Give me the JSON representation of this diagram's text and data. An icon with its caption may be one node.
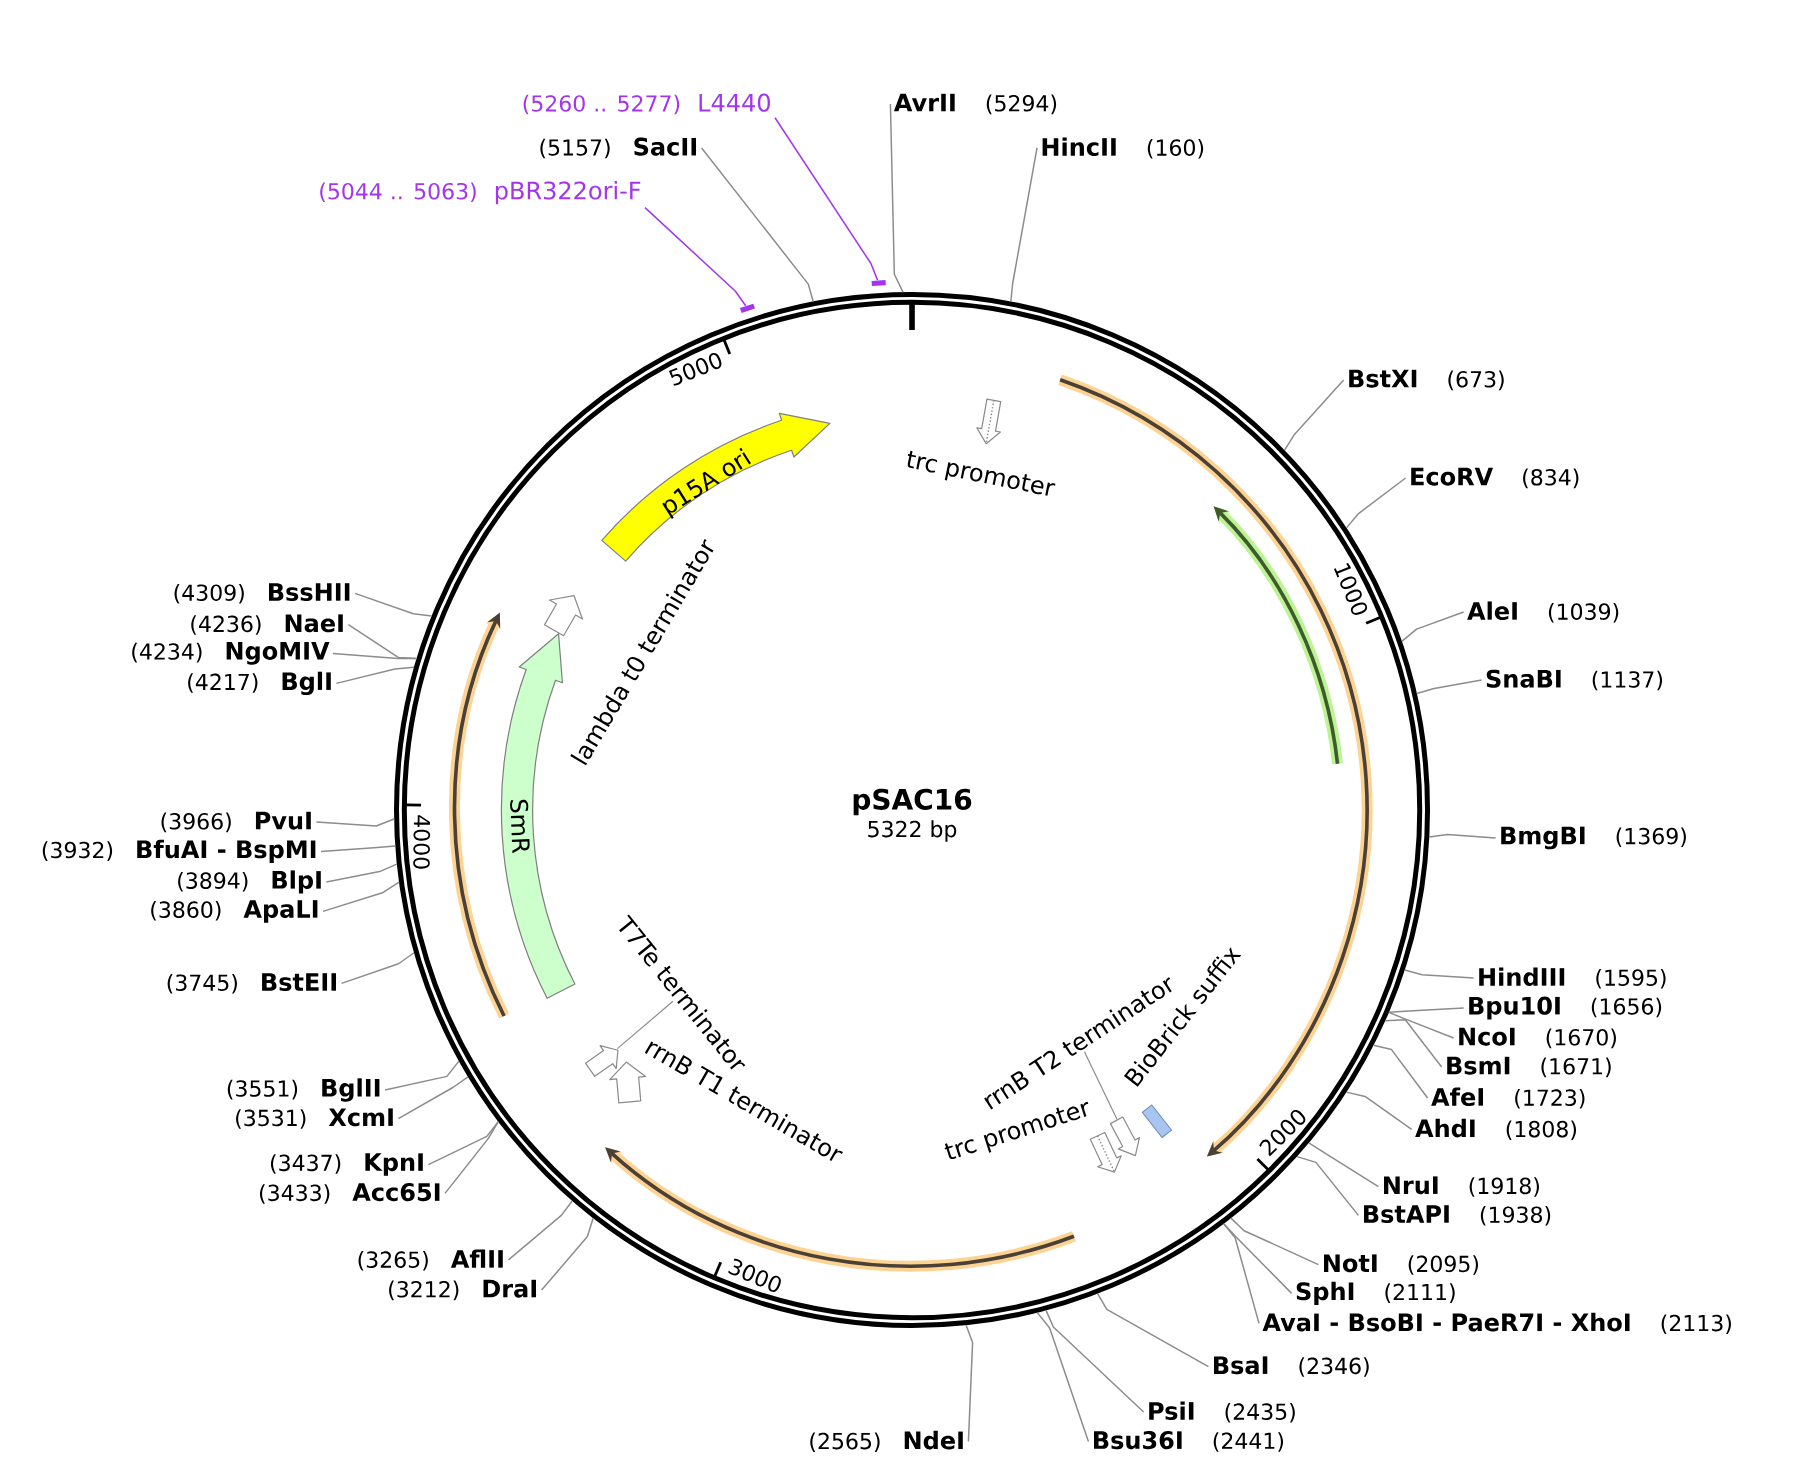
{
  "diagram": {
    "title": "pSAC16",
    "nodes": [
      {
        "text": [],
        "shape": "circle"
      },
      {
        "text": [
          "trc promoter"
        ],
        "in": 0
      },
      {
        "text": [
          "BioBrick suffix"
        ],
        "in": 0
      },
      {
        "text": [
          "rrnB T2 terminator"
        ],
        "in": 0
      },
      {
        "text": [],
        "shape": "arrow",
        "in": 0
      },
      {
        "text": [
          "trc promoter"
        ],
        "in": 0
      },
      {
        "text": [
          "rrnB T1 terminator"
        ],
        "in": 0
      },
      {
        "text": [],
        "shape": "arrow",
        "in": 0
      },
      {
        "text": [
          "T7Te terminator"
        ],
        "in": 0
      },
      {
        "text": [
          "SmR"
        ],
        "in": 0
      },
      {
        "text": [
          "lambda t0 terminator"
        ],
        "in": 0
      },
      {
        "text": [
          "p15A ori"
        ],
        "in": 0
      },
      {
        "text": [],
        "shape": "bar"
      },
      {
        "text": [],
        "shape": "bar"
      },
      {
        "text": [
          "HincII",
          "(160)"
        ]
      },
      {
        "text": [
          "BstXI",
          "(673)"
        ]
      },
      {
        "text": [
          "EcoRV",
          "(834)"
        ]
      },
      {
        "text": [
          "AleI",
          "(1039)"
        ]
      },
      {
        "text": [
          "SnaBI",
          "(1137)"
        ]
      },
      {
        "text": [
          "BmgBI",
          "(1369)"
        ]
      },
      {
        "text": [
          "HindIII",
          "(1595)"
        ]
      },
      {
        "text": [
          "Bpu10I",
          "(1656)"
        ]
      },
      {
        "text": [
          "NcoI",
          "(1670)"
        ]
      },
      {
        "text": [
          "BsmI",
          "(1671)"
        ]
      },
      {
        "text": [
          "AfeI",
          "(1723)"
        ]
      },
      {
        "text": [
          "AhdI",
          "(1808)"
        ]
      },
      {
        "text": [
          "NruI",
          "(1918)"
        ]
      },
      {
        "text": [
          "BstAPI",
          "(1938)"
        ]
      },
      {
        "text": [
          "NotI",
          "(2095)"
        ]
      },
      {
        "text": [
          "SphI",
          "(2111)"
        ]
      },
      {
        "text": [
          "AvaI - BsoBI - PaeR7I - XhoI",
          "(2113)"
        ]
      },
      {
        "text": [
          "BsaI",
          "(2346)"
        ]
      },
      {
        "text": [
          "PsiI",
          "(2435)"
        ]
      },
      {
        "text": [
          "Bsu36I",
          "(2441)"
        ]
      },
      {
        "text": [
          "(2565)",
          "NdeI"
        ]
      },
      {
        "text": [
          "(3212)",
          "DraI"
        ]
      },
      {
        "text": [
          "(3265)",
          "AflII"
        ]
      },
      {
        "text": [
          "(3433)",
          "Acc65I"
        ]
      },
      {
        "text": [
          "(3437)",
          "KpnI"
        ]
      },
      {
        "text": [
          "(3531)",
          "XcmI"
        ]
      },
      {
        "text": [
          "(3551)",
          "BglII"
        ]
      },
      {
        "text": [
          "(3745)",
          "BstEII"
        ]
      },
      {
        "text": [
          "(3860)",
          "ApaLI"
        ]
      },
      {
        "text": [
          "(3894)",
          "BlpI"
        ]
      },
      {
        "text": [
          "(3932)",
          "BfuAI - BspMI"
        ]
      },
      {
        "text": [
          "(3966)",
          "PvuI"
        ]
      },
      {
        "text": [
          "(4217)",
          "BglI"
        ]
      },
      {
        "text": [
          "(4234)",
          "NgoMIV"
        ]
      },
      {
        "text": [
          "(4236)",
          "NaeI"
        ]
      },
      {
        "text": [
          "(4309)",
          "BssHII"
        ]
      },
      {
        "text": [
          "(5044 .. 5063)",
          "pBR322ori-F"
        ]
      },
      {
        "text": [
          "(5157)",
          "SacII"
        ]
      },
      {
        "text": [
          "(5260 .. 5277)",
          "L4440"
        ]
      },
      {
        "text": [
          "AvrII",
          "(5294)"
        ]
      }
    ],
    "edges": [
      {
        "from": 3,
        "to": 4,
        "arrow": "none"
      },
      {
        "from": 8,
        "to": 7,
        "arrow": "none"
      },
      {
        "from": 14,
        "to": 0,
        "arrow": "none"
      },
      {
        "from": 15,
        "to": 0,
        "arrow": "none"
      },
      {
        "from": 16,
        "to": 0,
        "arrow": "none"
      },
      {
        "from": 17,
        "to": 0,
        "arrow": "none"
      },
      {
        "from": 18,
        "to": 0,
        "arrow": "none"
      },
      {
        "from": 19,
        "to": 0,
        "arrow": "none"
      },
      {
        "from": 20,
        "to": 0,
        "arrow": "none"
      },
      {
        "from": 21,
        "to": 0,
        "arrow": "none"
      },
      {
        "from": 22,
        "to": 0,
        "arrow": "none"
      },
      {
        "from": 23,
        "to": 0,
        "arrow": "none"
      },
      {
        "from": 24,
        "to": 0,
        "arrow": "none"
      },
      {
        "from": 25,
        "to": 0,
        "arrow": "none"
      },
      {
        "from": 26,
        "to": 0,
        "arrow": "none"
      },
      {
        "from": 27,
        "to": 0,
        "arrow": "none"
      },
      {
        "from": 28,
        "to": 0,
        "arrow": "none"
      },
      {
        "from": 29,
        "to": 0,
        "arrow": "none"
      },
      {
        "from": 30,
        "to": 0,
        "arrow": "none"
      },
      {
        "from": 31,
        "to": 0,
        "arrow": "none"
      },
      {
        "from": 32,
        "to": 0,
        "arrow": "none"
      },
      {
        "from": 33,
        "to": 0,
        "arrow": "none"
      },
      {
        "from": 34,
        "to": 0,
        "arrow": "none"
      },
      {
        "from": 35,
        "to": 0,
        "arrow": "none"
      },
      {
        "from": 36,
        "to": 0,
        "arrow": "none"
      },
      {
        "from": 37,
        "to": 0,
        "arrow": "none"
      },
      {
        "from": 38,
        "to": 0,
        "arrow": "none"
      },
      {
        "from": 39,
        "to": 0,
        "arrow": "none"
      },
      {
        "from": 40,
        "to": 0,
        "arrow": "none"
      },
      {
        "from": 41,
        "to": 0,
        "arrow": "none"
      },
      {
        "from": 42,
        "to": 0,
        "arrow": "none"
      },
      {
        "from": 43,
        "to": 0,
        "arrow": "none"
      },
      {
        "from": 44,
        "to": 0,
        "arrow": "none"
      },
      {
        "from": 45,
        "to": 0,
        "arrow": "none"
      },
      {
        "from": 46,
        "to": 0,
        "arrow": "none"
      },
      {
        "from": 47,
        "to": 0,
        "arrow": "none"
      },
      {
        "from": 48,
        "to": 0,
        "arrow": "none"
      },
      {
        "from": 49,
        "to": 0,
        "arrow": "none"
      },
      {
        "from": 50,
        "to": 12,
        "arrow": "none",
        "color": "#a335ee"
      },
      {
        "from": 51,
        "to": 0,
        "arrow": "none"
      },
      {
        "from": 52,
        "to": 13,
        "arrow": "none",
        "color": "#a335ee"
      },
      {
        "from": 53,
        "to": 0,
        "arrow": "none"
      }
    ],
    "labels": [
      "5000",
      "1000",
      "5322 bp",
      "4000",
      "2000",
      "3000"
    ]
  }
}
